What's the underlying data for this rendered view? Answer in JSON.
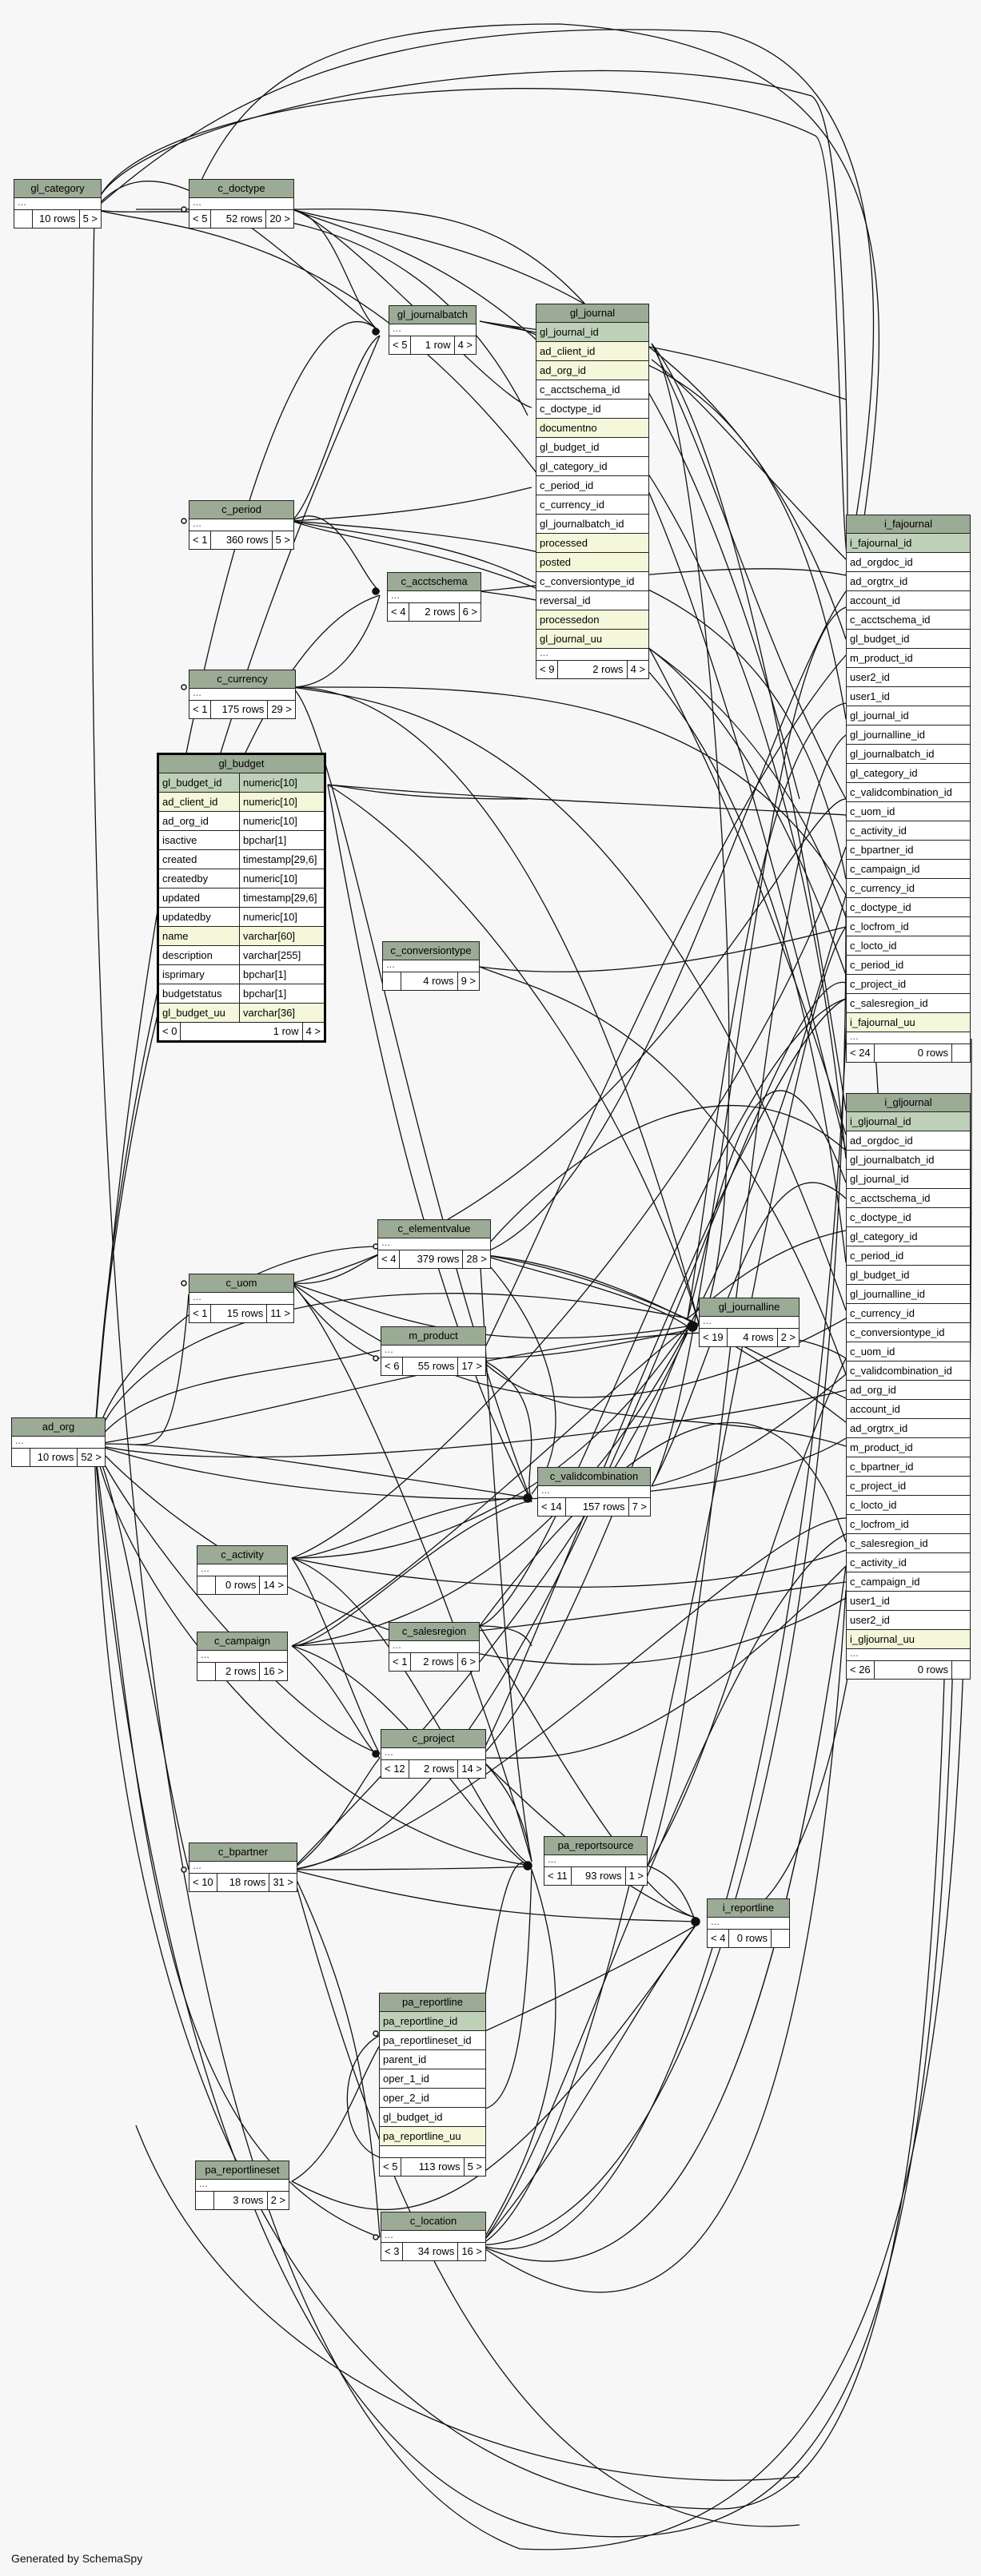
{
  "footer": "Generated by SchemaSpy",
  "tables": {
    "gl_category": {
      "name": "gl_category",
      "rows": "10 rows",
      "parents": "",
      "children": "5 >"
    },
    "c_doctype": {
      "name": "c_doctype",
      "rows": "52 rows",
      "parents": "< 5",
      "children": "20 >"
    },
    "gl_journalbatch": {
      "name": "gl_journalbatch",
      "rows": "1 row",
      "parents": "< 5",
      "children": "4 >"
    },
    "c_period": {
      "name": "c_period",
      "rows": "360 rows",
      "parents": "< 1",
      "children": "5 >"
    },
    "c_acctschema": {
      "name": "c_acctschema",
      "rows": "2 rows",
      "parents": "< 4",
      "children": "6 >"
    },
    "c_currency": {
      "name": "c_currency",
      "rows": "175 rows",
      "parents": "< 1",
      "children": "29 >"
    },
    "c_conversiontype": {
      "name": "c_conversiontype",
      "rows": "4 rows",
      "parents": "",
      "children": "9 >"
    },
    "c_elementvalue": {
      "name": "c_elementvalue",
      "rows": "379 rows",
      "parents": "< 4",
      "children": "28 >"
    },
    "c_uom": {
      "name": "c_uom",
      "rows": "15 rows",
      "parents": "< 1",
      "children": "11 >"
    },
    "m_product": {
      "name": "m_product",
      "rows": "55 rows",
      "parents": "< 6",
      "children": "17 >"
    },
    "ad_org": {
      "name": "ad_org",
      "rows": "10 rows",
      "parents": "",
      "children": "52 >"
    },
    "c_validcombination": {
      "name": "c_validcombination",
      "rows": "157 rows",
      "parents": "< 14",
      "children": "7 >"
    },
    "c_activity": {
      "name": "c_activity",
      "rows": "0 rows",
      "parents": "",
      "children": "14 >"
    },
    "c_campaign": {
      "name": "c_campaign",
      "rows": "2 rows",
      "parents": "",
      "children": "16 >"
    },
    "c_salesregion": {
      "name": "c_salesregion",
      "rows": "2 rows",
      "parents": "< 1",
      "children": "6 >"
    },
    "c_project": {
      "name": "c_project",
      "rows": "2 rows",
      "parents": "< 12",
      "children": "14 >"
    },
    "c_bpartner": {
      "name": "c_bpartner",
      "rows": "18 rows",
      "parents": "< 10",
      "children": "31 >"
    },
    "pa_reportsource": {
      "name": "pa_reportsource",
      "rows": "93 rows",
      "parents": "< 11",
      "children": "1 >"
    },
    "i_reportline": {
      "name": "i_reportline",
      "rows": "0 rows",
      "parents": "< 4",
      "children": ""
    },
    "gl_journalline": {
      "name": "gl_journalline",
      "rows": "4 rows",
      "parents": "< 19",
      "children": "2 >"
    },
    "pa_reportlineset": {
      "name": "pa_reportlineset",
      "rows": "3 rows",
      "parents": "",
      "children": "2 >"
    },
    "c_location": {
      "name": "c_location",
      "rows": "34 rows",
      "parents": "< 3",
      "children": "16 >"
    }
  },
  "gl_journal": {
    "name": "gl_journal",
    "columns": [
      "gl_journal_id",
      "ad_client_id",
      "ad_org_id",
      "c_acctschema_id",
      "c_doctype_id",
      "documentno",
      "gl_budget_id",
      "gl_category_id",
      "c_period_id",
      "c_currency_id",
      "gl_journalbatch_id",
      "processed",
      "posted",
      "c_conversiontype_id",
      "reversal_id",
      "processedon",
      "gl_journal_uu"
    ],
    "more": "...",
    "parents": "< 9",
    "rows": "2 rows",
    "children": "4 >"
  },
  "gl_budget": {
    "name": "gl_budget",
    "columns": [
      {
        "name": "gl_budget_id",
        "type": "numeric[10]"
      },
      {
        "name": "ad_client_id",
        "type": "numeric[10]"
      },
      {
        "name": "ad_org_id",
        "type": "numeric[10]"
      },
      {
        "name": "isactive",
        "type": "bpchar[1]"
      },
      {
        "name": "created",
        "type": "timestamp[29,6]"
      },
      {
        "name": "createdby",
        "type": "numeric[10]"
      },
      {
        "name": "updated",
        "type": "timestamp[29,6]"
      },
      {
        "name": "updatedby",
        "type": "numeric[10]"
      },
      {
        "name": "name",
        "type": "varchar[60]"
      },
      {
        "name": "description",
        "type": "varchar[255]"
      },
      {
        "name": "isprimary",
        "type": "bpchar[1]"
      },
      {
        "name": "budgetstatus",
        "type": "bpchar[1]"
      },
      {
        "name": "gl_budget_uu",
        "type": "varchar[36]"
      }
    ],
    "parents": "< 0",
    "rows": "1 row",
    "children": "4 >"
  },
  "pa_reportline": {
    "name": "pa_reportline",
    "columns": [
      "pa_reportline_id",
      "pa_reportlineset_id",
      "parent_id",
      "oper_1_id",
      "oper_2_id",
      "gl_budget_id",
      "pa_reportline_uu"
    ],
    "parents": "< 5",
    "rows": "113 rows",
    "children": "5 >"
  },
  "i_fajournal": {
    "name": "i_fajournal",
    "columns": [
      "i_fajournal_id",
      "ad_orgdoc_id",
      "ad_orgtrx_id",
      "account_id",
      "c_acctschema_id",
      "gl_budget_id",
      "m_product_id",
      "user2_id",
      "user1_id",
      "gl_journal_id",
      "gl_journalline_id",
      "gl_journalbatch_id",
      "gl_category_id",
      "c_validcombination_id",
      "c_uom_id",
      "c_activity_id",
      "c_bpartner_id",
      "c_campaign_id",
      "c_currency_id",
      "c_doctype_id",
      "c_locfrom_id",
      "c_locto_id",
      "c_period_id",
      "c_project_id",
      "c_salesregion_id",
      "i_fajournal_uu"
    ],
    "more": "...",
    "parents": "< 24",
    "rows": "0 rows"
  },
  "i_gljournal": {
    "name": "i_gljournal",
    "columns": [
      "i_gljournal_id",
      "ad_orgdoc_id",
      "gl_journalbatch_id",
      "gl_journal_id",
      "c_acctschema_id",
      "c_doctype_id",
      "gl_category_id",
      "c_period_id",
      "gl_budget_id",
      "gl_journalline_id",
      "c_currency_id",
      "c_conversiontype_id",
      "c_uom_id",
      "c_validcombination_id",
      "ad_org_id",
      "account_id",
      "ad_orgtrx_id",
      "m_product_id",
      "c_bpartner_id",
      "c_project_id",
      "c_locto_id",
      "c_locfrom_id",
      "c_salesregion_id",
      "c_activity_id",
      "c_campaign_id",
      "user1_id",
      "user2_id",
      "i_gljournal_uu"
    ],
    "more": "...",
    "parents": "< 26",
    "rows": "0 rows"
  }
}
